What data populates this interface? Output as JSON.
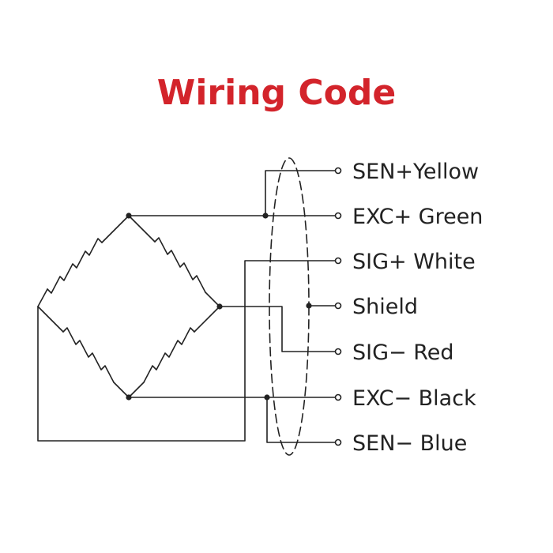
{
  "title": "Wiring Code",
  "colors": {
    "title": "#d3242b",
    "line": "#222222"
  },
  "wires": [
    {
      "label": "SEN+Yellow"
    },
    {
      "label": "EXC+ Green"
    },
    {
      "label": "SIG+ White"
    },
    {
      "label": "Shield"
    },
    {
      "label": "SIG− Red"
    },
    {
      "label": "EXC− Black"
    },
    {
      "label": "SEN− Blue"
    }
  ]
}
